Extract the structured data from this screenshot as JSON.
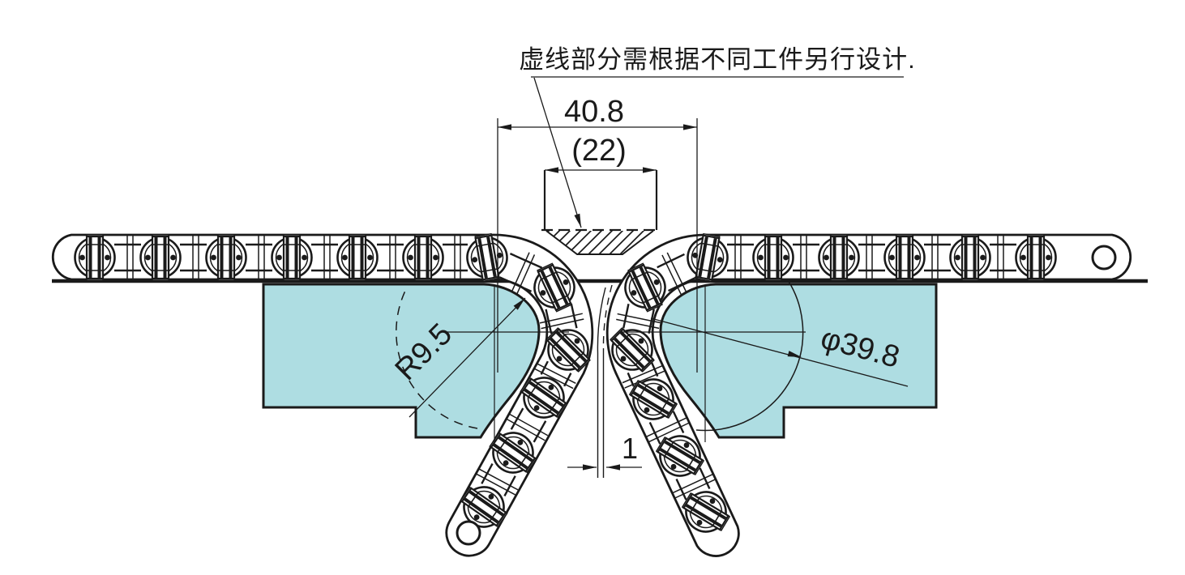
{
  "note": {
    "text": "虚线部分需根据不同工件另行设计."
  },
  "dimensions": {
    "outer_width": "40.8",
    "inner_width": "(22)",
    "corner_radius": "R9.5",
    "bend_diameter": "φ39.8",
    "center_gap": "1"
  },
  "colors": {
    "line": "#1a1a1a",
    "workpiece_fill": "#aedde2",
    "background": "#ffffff"
  }
}
